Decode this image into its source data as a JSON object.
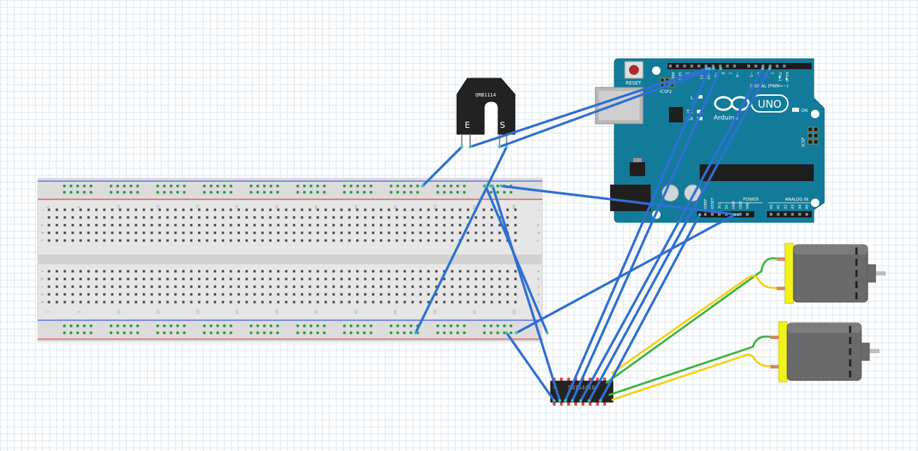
{
  "sensor": {
    "part": "QRB1114",
    "pin_e": "E",
    "pin_s": "S"
  },
  "arduino": {
    "reset": "RESET",
    "icsp2": "ICSP2",
    "icsp": "ICSP",
    "brand": "Arduino",
    "model": "UNO",
    "on": "ON",
    "led_l": "L",
    "tx": "TX",
    "rx": "RX",
    "digital": "DIGITAL (PWM=~)",
    "power": "POWER",
    "analog": "ANALOG IN",
    "top_pins": [
      "AREF",
      "GND",
      "13",
      "12",
      "~11",
      "~10",
      "~9",
      "8",
      "7",
      "~6",
      "~5",
      "4",
      "~3",
      "2",
      "TX▶1",
      "RX◀0"
    ],
    "power_pins": [
      "IOREF",
      "RESET",
      "3V3",
      "5V",
      "GND",
      "GND",
      "VIN"
    ],
    "analog_pins": [
      "A0",
      "A1",
      "A2",
      "A3",
      "A4",
      "A5"
    ]
  },
  "ic": {
    "label": "SN754410"
  },
  "breadboard": {
    "column_labels": [
      "1",
      "5",
      "10",
      "15",
      "20",
      "25",
      "30",
      "35",
      "40",
      "45",
      "50",
      "55",
      "60"
    ],
    "row_labels_top": [
      "j",
      "i",
      "h",
      "g",
      "f"
    ],
    "row_labels_bottom": [
      "e",
      "d",
      "c",
      "b",
      "a"
    ]
  },
  "colors": {
    "wire": "#2f6fd1",
    "wire_green": "#3fb43f",
    "wire_yellow": "#f2d21a",
    "board": "#127b99",
    "motor_cap": "#f2f21a"
  }
}
